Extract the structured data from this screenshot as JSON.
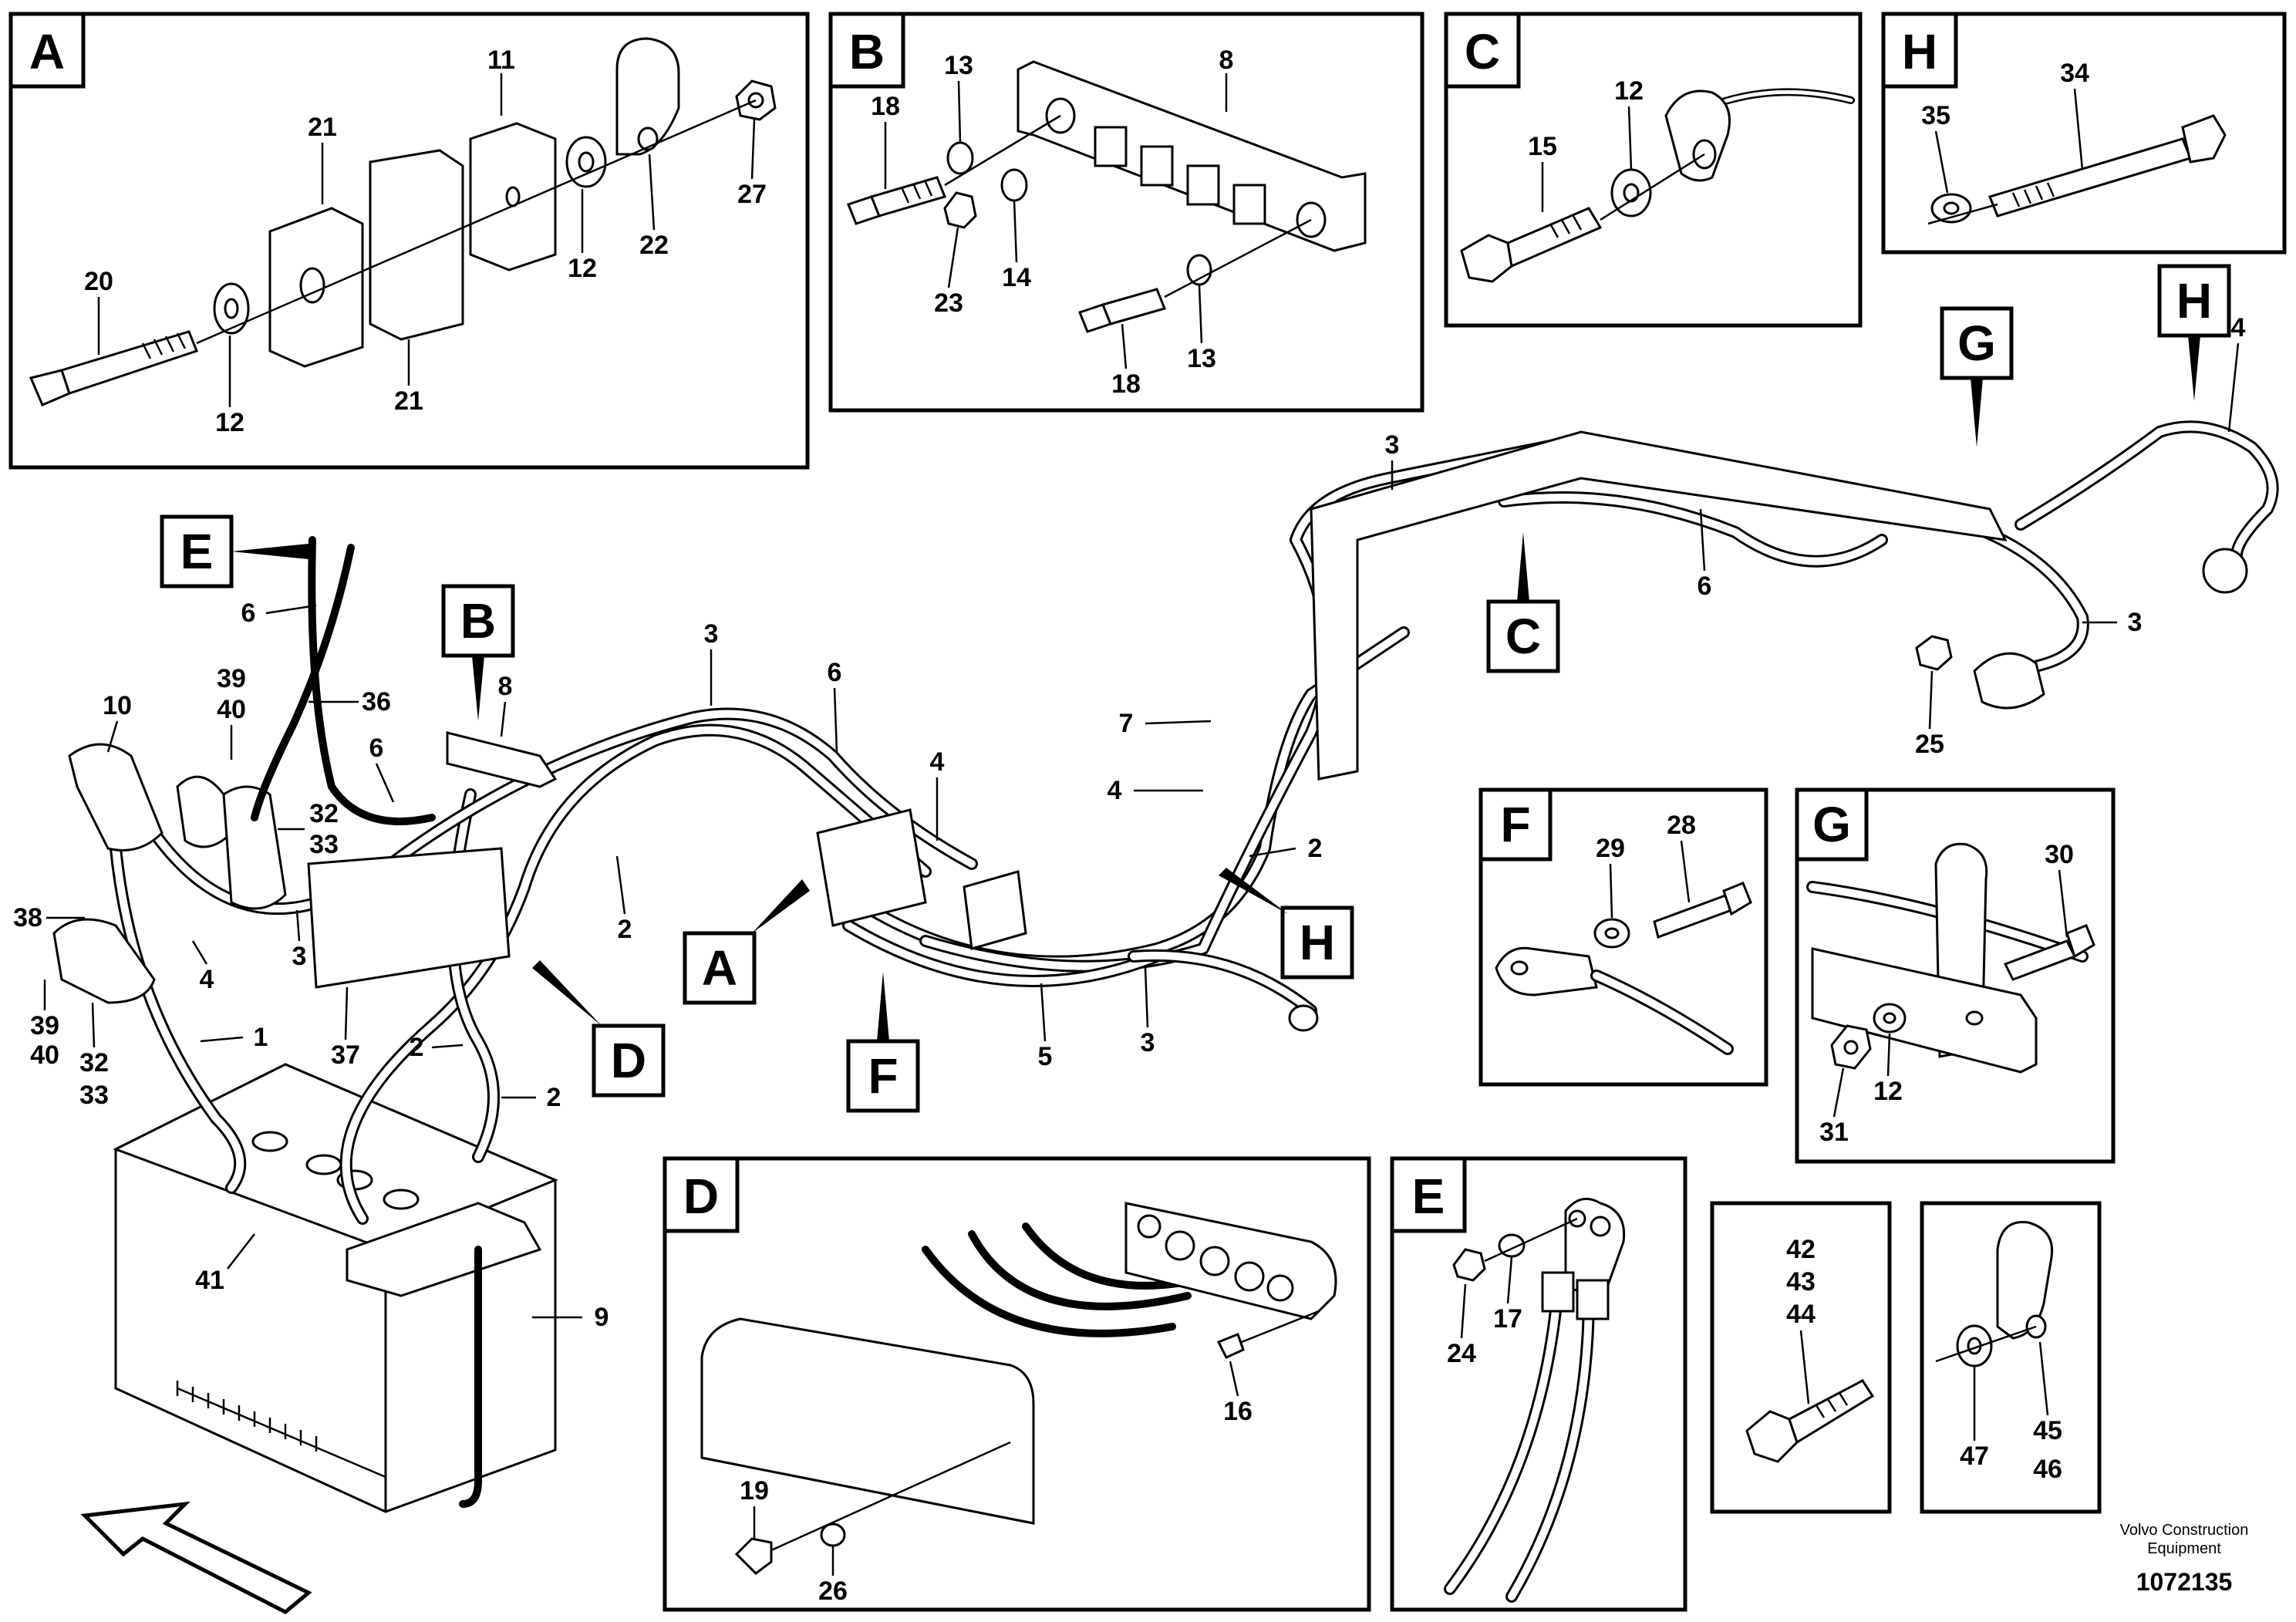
{
  "detail_boxes": {
    "A": {
      "letter": "A",
      "callouts": [
        "11",
        "21",
        "21",
        "20",
        "12",
        "12",
        "22",
        "27"
      ]
    },
    "B": {
      "letter": "B",
      "callouts": [
        "8",
        "13",
        "18",
        "23",
        "14",
        "18",
        "13"
      ]
    },
    "C": {
      "letter": "C",
      "callouts": [
        "12",
        "15"
      ]
    },
    "H": {
      "letter": "H",
      "callouts": [
        "35",
        "34"
      ]
    },
    "F": {
      "letter": "F",
      "callouts": [
        "29",
        "28"
      ]
    },
    "G": {
      "letter": "G",
      "callouts": [
        "30",
        "31",
        "12"
      ]
    },
    "D": {
      "letter": "D",
      "callouts": [
        "16",
        "19",
        "26"
      ]
    },
    "E": {
      "letter": "E",
      "callouts": [
        "24",
        "17"
      ]
    },
    "K": {
      "callouts": [
        "42",
        "43",
        "44"
      ]
    },
    "L": {
      "callouts": [
        "47",
        "45",
        "46"
      ]
    }
  },
  "main_markers": [
    "E",
    "B",
    "A",
    "F",
    "D",
    "C",
    "G",
    "H",
    "H"
  ],
  "main_callouts": [
    "6",
    "39",
    "40",
    "36",
    "10",
    "6",
    "32",
    "33",
    "38",
    "39",
    "40",
    "32",
    "33",
    "4",
    "3",
    "37",
    "1",
    "2",
    "2",
    "2",
    "8",
    "3",
    "6",
    "4",
    "5",
    "3",
    "7",
    "4",
    "2",
    "3",
    "6",
    "4",
    "3",
    "25",
    "41",
    "9"
  ],
  "footer": {
    "company_line1": "Volvo Construction",
    "company_line2": "Equipment",
    "drawing_number": "1072135"
  },
  "icons": [
    "direction-arrow-icon"
  ]
}
